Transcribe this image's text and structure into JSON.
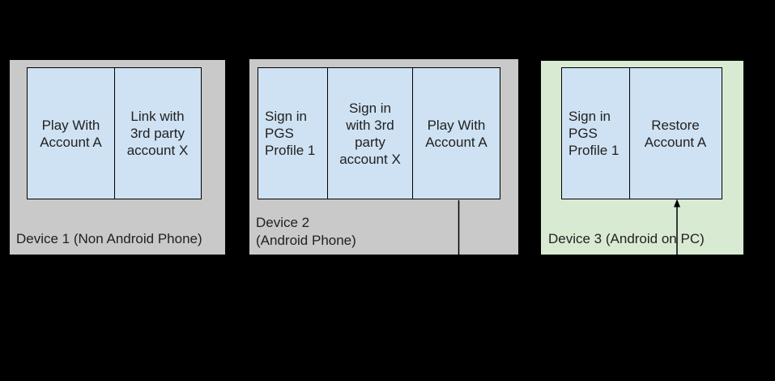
{
  "diagram": {
    "background_color": "#000000",
    "colors": {
      "panel_gray": "#c9c9c9",
      "panel_green": "#d9ead3",
      "step_blue": "#cfe2f3",
      "border_black": "#000000",
      "text_dark": "#212121",
      "connector_black": "#000000"
    },
    "devices": [
      {
        "label": "Device 1 (Non Android Phone)",
        "steps": [
          {
            "text": "Play With\nAccount A"
          },
          {
            "text": "Link with\n3rd party\naccount X"
          }
        ]
      },
      {
        "label": "Device 2\n(Android Phone)",
        "steps": [
          {
            "text": "Sign in\nPGS\nProfile 1"
          },
          {
            "text": "Sign in\nwith 3rd\nparty\naccount X"
          },
          {
            "text": "Play With\nAccount A"
          }
        ]
      },
      {
        "label": "Device 3 (Android on PC)",
        "steps": [
          {
            "text": "Sign in\nPGS\nProfile 1"
          },
          {
            "text": "Restore\nAccount A"
          }
        ]
      }
    ],
    "connector": {
      "from_step": "Play With Account A (Device 2)",
      "to_step": "Restore Account A (Device 3)",
      "color": "#000000"
    }
  }
}
